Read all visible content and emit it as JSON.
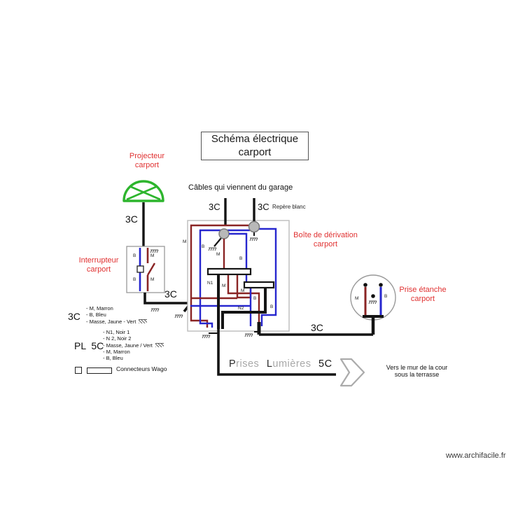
{
  "colors": {
    "label-red": "#e03131",
    "fixture-green": "#2db52d",
    "wire-marron": "#8a2424",
    "wire-bleu": "#2727cf",
    "wire-noir": "#141414"
  },
  "title": "Schéma électrique\ncarport",
  "components": {
    "projecteur_label": "Projecteur\ncarport",
    "interrupteur_label": "Interrupteur\ncarport",
    "boite_label": "Boîte de dérivation\ncarport",
    "prise_label": "Prise étanche\ncarport"
  },
  "annotations": {
    "cables_garage": "Câbles qui viennent du garage",
    "repere_blanc": "Repère blanc",
    "vers_mur": "Vers le mur de la cour\nsous la terrasse",
    "watermark": "www.archifacile.fr"
  },
  "cable_tags": {
    "projecteur": "3C",
    "garage_gauche": "3C",
    "garage_droite": "3C",
    "interrupteur": "3C",
    "prise": "3C"
  },
  "prises_lumieres": {
    "word1_initial": "P",
    "word1_rest": "rises",
    "word2_initial": "L",
    "word2_rest": "umières",
    "code": "5C"
  },
  "legend": {
    "c3_code": "3C",
    "c3_items": [
      "- M, Marron",
      "- B, Bleu",
      "- Masse, Jaune - Vert"
    ],
    "pl5c_code": "PL  5C",
    "pl5c_items": [
      "- N1, Noir 1",
      "- N 2, Noir 2",
      "- Masse, Jaune / Vert",
      "- M, Marron",
      "- B, Bleu"
    ],
    "connecteurs": "Connecteurs Wago"
  },
  "wire_labels": {
    "interrupteur": [
      "B",
      "M",
      "B",
      "M"
    ],
    "boite": [
      "M",
      "B",
      "M",
      "B",
      "N1",
      "M",
      "M",
      "B",
      "B",
      "N2"
    ],
    "prise": [
      "M",
      "B"
    ]
  }
}
